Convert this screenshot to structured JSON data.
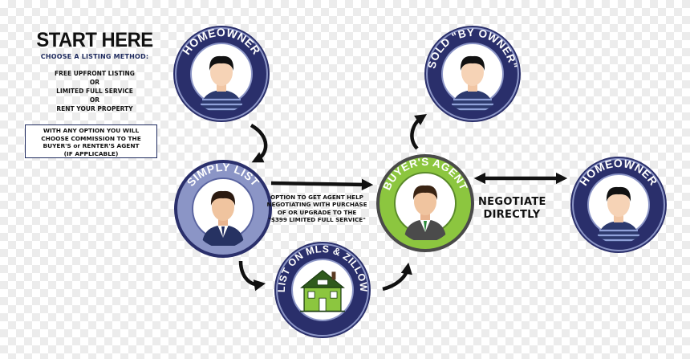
{
  "intro": {
    "title": "START HERE",
    "subtitle": "CHOOSE A LISTING METHOD:",
    "options": [
      "FREE UPFRONT LISTING",
      "OR",
      "LIMITED FULL SERVICE",
      "OR",
      "RENT YOUR PROPERTY"
    ],
    "note_lines": [
      "WITH ANY OPTION YOU WILL",
      "CHOOSE COMMISSION TO THE",
      "BUYER'S or RENTER'S AGENT",
      "(IF APPLICABLE)"
    ]
  },
  "nodes": {
    "homeowner_top": {
      "label": "HOMEOWNER",
      "ring_color": "#2a2f6b",
      "figure": "person-icon"
    },
    "simply_list": {
      "label": "SIMPLY LIST",
      "ring_color": "#8b95c6",
      "figure": "businessman-icon"
    },
    "list_mls": {
      "label": "LIST ON MLS & ZILLOW",
      "ring_color": "#2a2f6b",
      "figure": "house-icon"
    },
    "buyers_agent": {
      "label": "BUYER'S AGENT",
      "ring_color": "#8cc63f",
      "figure": "agent-icon"
    },
    "sold_by_owner": {
      "label": "SOLD \"BY OWNER\"",
      "ring_color": "#2a2f6b",
      "figure": "person-icon"
    },
    "homeowner_right": {
      "label": "HOMEOWNER",
      "ring_color": "#2a2f6b",
      "figure": "person-icon"
    }
  },
  "edge_labels": {
    "option_text": [
      "OPTION TO GET AGENT HELP",
      "NEGOTIATING WITH PURCHASE",
      "OF OR UPGRADE TO THE",
      "\"$399 LIMITED FULL SERVICE\""
    ],
    "negotiate": [
      "NEGOTIATE",
      "DIRECTLY"
    ]
  }
}
